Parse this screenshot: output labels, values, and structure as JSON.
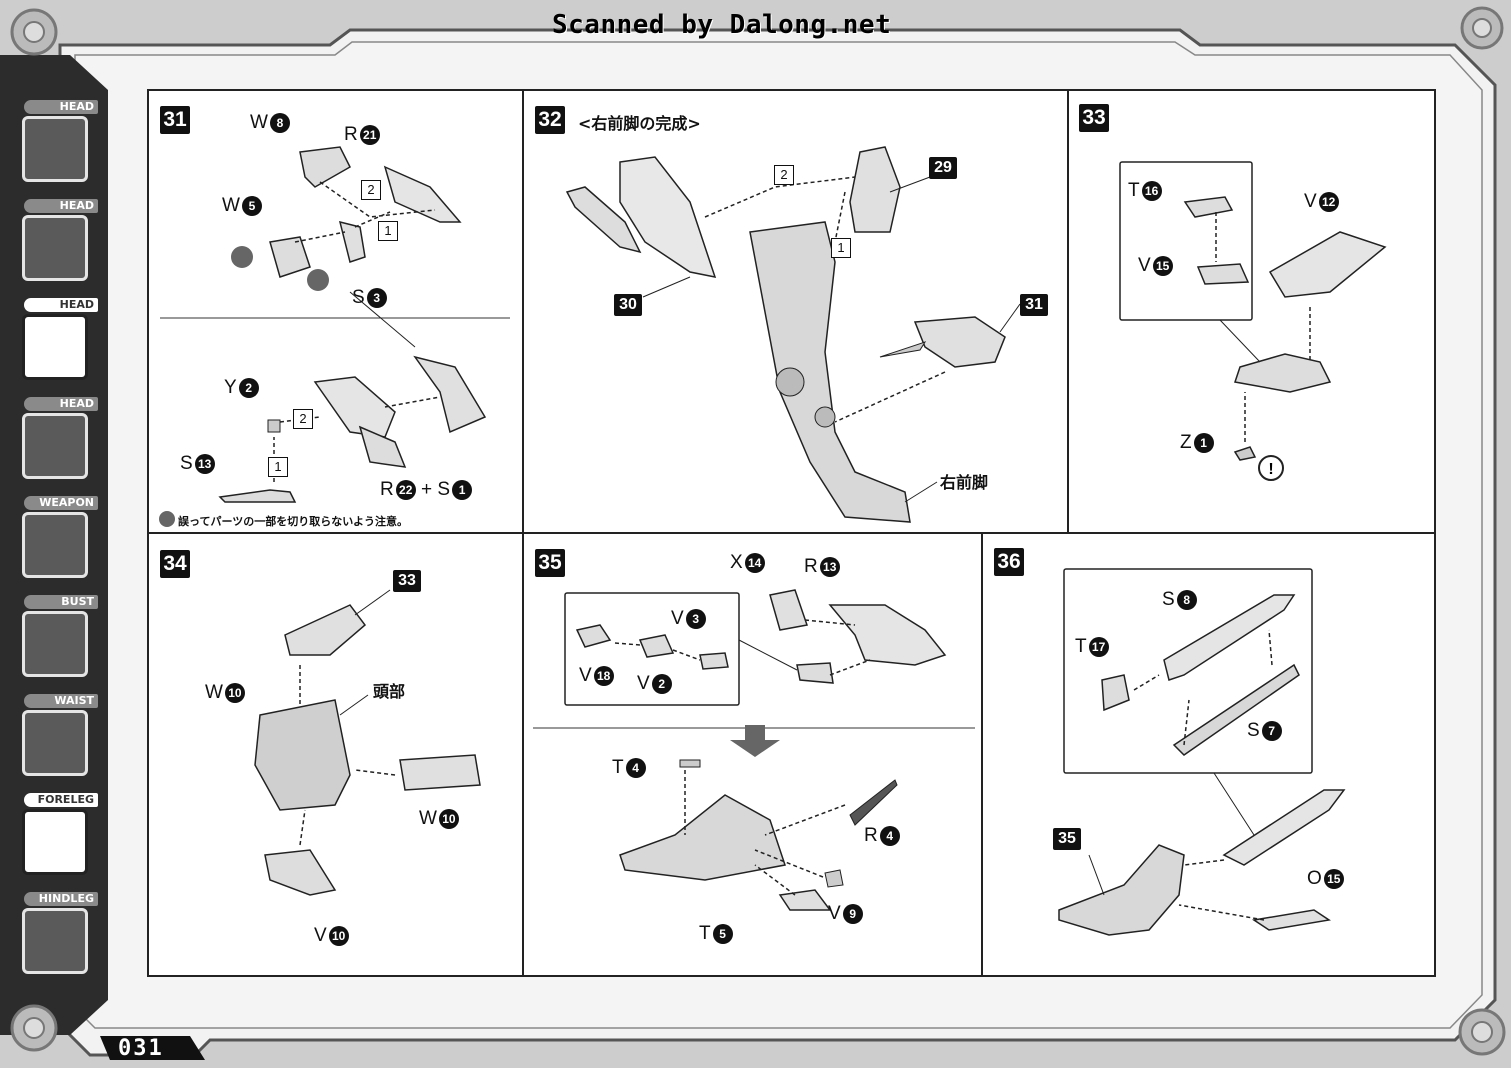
{
  "watermark": "Scanned by Dalong.net",
  "page_number": "031",
  "sidebar": {
    "tabs": [
      {
        "label": "HEAD",
        "active": false
      },
      {
        "label": "HEAD",
        "active": false
      },
      {
        "label": "HEAD",
        "active": true
      },
      {
        "label": "HEAD",
        "active": false
      },
      {
        "label": "WEAPON",
        "active": false
      },
      {
        "label": "BUST",
        "active": false
      },
      {
        "label": "WAIST",
        "active": false
      },
      {
        "label": "FORELEG",
        "active": true
      },
      {
        "label": "HINDLEG",
        "active": false
      }
    ]
  },
  "steps": {
    "s31": {
      "number": "31",
      "parts": {
        "w8": "W",
        "w8n": "8",
        "r21": "R",
        "r21n": "21",
        "w5": "W",
        "w5n": "5",
        "s3": "S",
        "s3n": "3",
        "y2": "Y",
        "y2n": "2",
        "s13": "S",
        "s13n": "13",
        "r22": "R",
        "r22n": "22",
        "plus": "+",
        "s1": "S",
        "s1n": "1"
      },
      "order": {
        "a1": "1",
        "a2": "2",
        "b1": "1",
        "b2": "2"
      },
      "note": "誤ってパーツの一部を切り取らないよう注意。"
    },
    "s32": {
      "number": "32",
      "title": "<右前脚の完成>",
      "refs": {
        "r29": "29",
        "r30": "30",
        "r31": "31"
      },
      "order": {
        "o1": "1",
        "o2": "2"
      },
      "label": "右前脚"
    },
    "s33": {
      "number": "33",
      "parts": {
        "t16": "T",
        "t16n": "16",
        "v15": "V",
        "v15n": "15",
        "v12": "V",
        "v12n": "12",
        "z1": "Z",
        "z1n": "1"
      }
    },
    "s34": {
      "number": "34",
      "refs": {
        "r33": "33"
      },
      "label": "頭部",
      "parts": {
        "w10a": "W",
        "w10an": "10",
        "w10b": "W",
        "w10bn": "10",
        "v10": "V",
        "v10n": "10"
      }
    },
    "s35": {
      "number": "35",
      "parts": {
        "x14": "X",
        "x14n": "14",
        "r13": "R",
        "r13n": "13",
        "v3": "V",
        "v3n": "3",
        "v18": "V",
        "v18n": "18",
        "v2": "V",
        "v2n": "2",
        "t4": "T",
        "t4n": "4",
        "r4": "R",
        "r4n": "4",
        "v9": "V",
        "v9n": "9",
        "t5": "T",
        "t5n": "5"
      }
    },
    "s36": {
      "number": "36",
      "refs": {
        "r35": "35"
      },
      "parts": {
        "s8": "S",
        "s8n": "8",
        "t17": "T",
        "t17n": "17",
        "s7": "S",
        "s7n": "7",
        "o15": "O",
        "o15n": "15"
      }
    }
  }
}
